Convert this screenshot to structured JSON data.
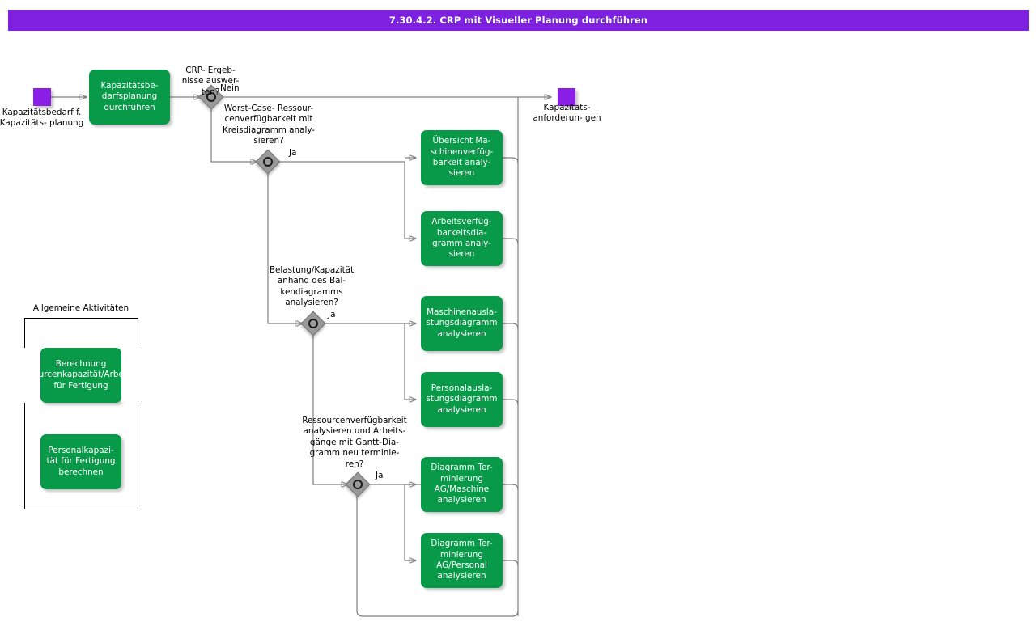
{
  "header": {
    "title": "7.30.4.2. CRP mit Visueller Planung durchführen",
    "bar_color": "#7D20E0"
  },
  "palette": {
    "task_green": "#089949",
    "event_purple": "#8B1FE8",
    "gateway_gray": "#999999",
    "connector_gray": "#7F7F7F"
  },
  "events": {
    "start": {
      "name": "start-event",
      "label": "Kapazitätsbedarf\nf.   Kapazitäts-\nplanung"
    },
    "end": {
      "name": "end-event",
      "label": "Kapazitäts-\nanforderun-\ngen"
    }
  },
  "tasks": [
    {
      "id": "kapazitaetsbedarfsplanung",
      "label": "Kapazitätsbe-\ndarfsplanung\ndurchführen"
    },
    {
      "id": "uebersicht-maschinenverfuegbarkeit",
      "label": "Übersicht   Ma-\nschinenverfüg-\nbarkeit   analy-\nsieren"
    },
    {
      "id": "arbeitsverfuegbarkeitsdiagramm",
      "label": "Arbeitsverfüg-\nbarkeitsdia-\ngramm   analy-\nsieren"
    },
    {
      "id": "maschinenauslastungsdiagramm",
      "label": "Maschinenausla-\nstungsdiagramm\nanalysieren"
    },
    {
      "id": "personalauslastungsdiagramm",
      "label": "Personalausla-\nstungsdiagramm\nanalysieren"
    },
    {
      "id": "diagramm-terminierung-ag-maschine",
      "label": "Diagramm Ter-\nminierung\nAG/Maschine\nanalysieren"
    },
    {
      "id": "diagramm-terminierung-ag-personal",
      "label": "Diagramm Ter-\nminierung\nAG/Personal\nanalysieren"
    }
  ],
  "gateways": [
    {
      "id": "gw-crp-ergebnisse",
      "question": "CRP- Ergeb-\nnisse auswer-\nten?",
      "branch_label": "Nein"
    },
    {
      "id": "gw-worst-case",
      "question": "Worst-Case-   Ressour-\ncenverfügbarkeit    mit\nKreisdiagramm    analy-\nsieren?",
      "branch_label": "Ja"
    },
    {
      "id": "gw-belastung-kapazitaet",
      "question": "Belastung/Kapazität\nanhand    des    Bal-\nkendiagramms\nanalysieren?",
      "branch_label": "Ja"
    },
    {
      "id": "gw-ressourcenverfuegbarkeit-gantt",
      "question": "Ressourcenverfügbarkeit\nanalysieren und    Arbeits-\ngänge mit    Gantt-Dia-\ngramm    neu terminie-\nren?",
      "branch_label": "Ja"
    }
  ],
  "group": {
    "title": "Allgemeine\nAktivitäten",
    "tasks": [
      {
        "id": "berechnung-ressourcenkapazitaet",
        "line1": "Berechnung",
        "line2": "Ressourcenkapazität/Arbeitsplatz",
        "line3": "für Fertigung"
      },
      {
        "id": "personalkapazitaet-fertigung",
        "label": "Personalkapazi-\ntät für Fertigung\nberechnen"
      }
    ]
  }
}
